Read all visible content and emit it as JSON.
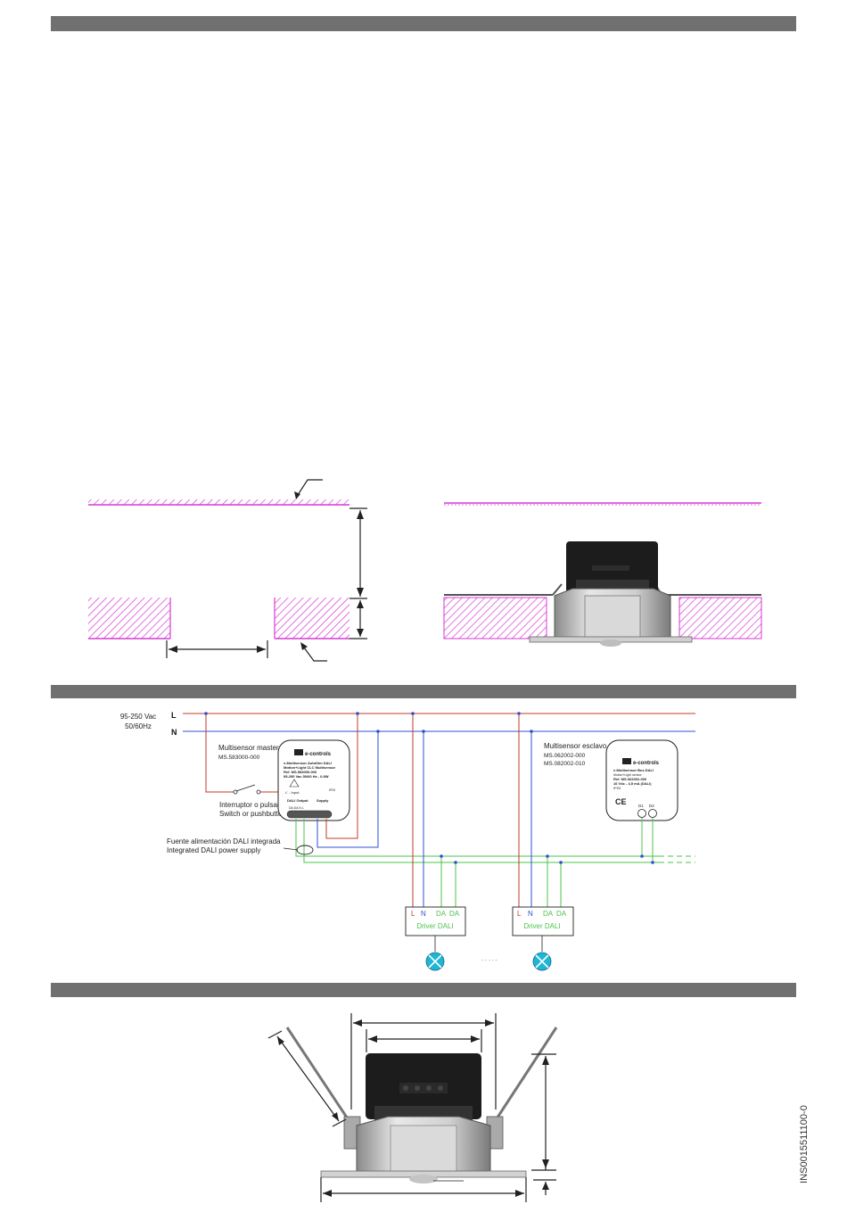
{
  "colors": {
    "section_bar": "#707070",
    "hatch": "#d63ad6",
    "live_wire": "#c0392b",
    "neutral_wire": "#2f4fcf",
    "dali_wire": "#4cc34c",
    "lamp": "#1fb5d6"
  },
  "wiring": {
    "supply_voltage": "95-250 Vac",
    "supply_freq": "50/60Hz",
    "line_L": "L",
    "line_N": "N",
    "master_title": "Multisensor master",
    "master_ref": "MS.583000-000",
    "slave_title": "Multisensor esclavo",
    "slave_ref_1": "MS.062002-000",
    "slave_ref_2": "MS.082002-010",
    "switch_es": "Interruptor o pulsador",
    "switch_en": "Switch or pushbutton",
    "psu_es": "Fuente alimentación DALI integrada",
    "psu_en": "Integrated DALI power supply",
    "driver_label": "Driver DALI",
    "term_L": "L",
    "term_N": "N",
    "term_DA": "DA",
    "dots": ". . . . .",
    "master_label": {
      "brand": "e-controls",
      "line1": "e-Multisensor AutoDim DALI",
      "line2": "Motion+Light CLC Multisensor",
      "line3": "Ref. MS.583000-000",
      "line4": "95-250 Vac 50/60 Hz - 0.8W",
      "input": "L' - Input",
      "output": "DALI Output",
      "supply": "Supply",
      "terms": "DA  DA   N    L",
      "ip": "IP20"
    },
    "slave_label": {
      "brand": "e-controls",
      "line1": "e-Multisensor Bus DALI",
      "line2": "Motion+Light sensor",
      "line3": "Ref. MS.062002-000",
      "line4": "16 Vdc - 4,5 mA (DALI)",
      "ip": "IP20",
      "d1": "D1",
      "d2": "D2",
      "ce": "CE"
    }
  },
  "doc_code": "INS0015511100-0"
}
